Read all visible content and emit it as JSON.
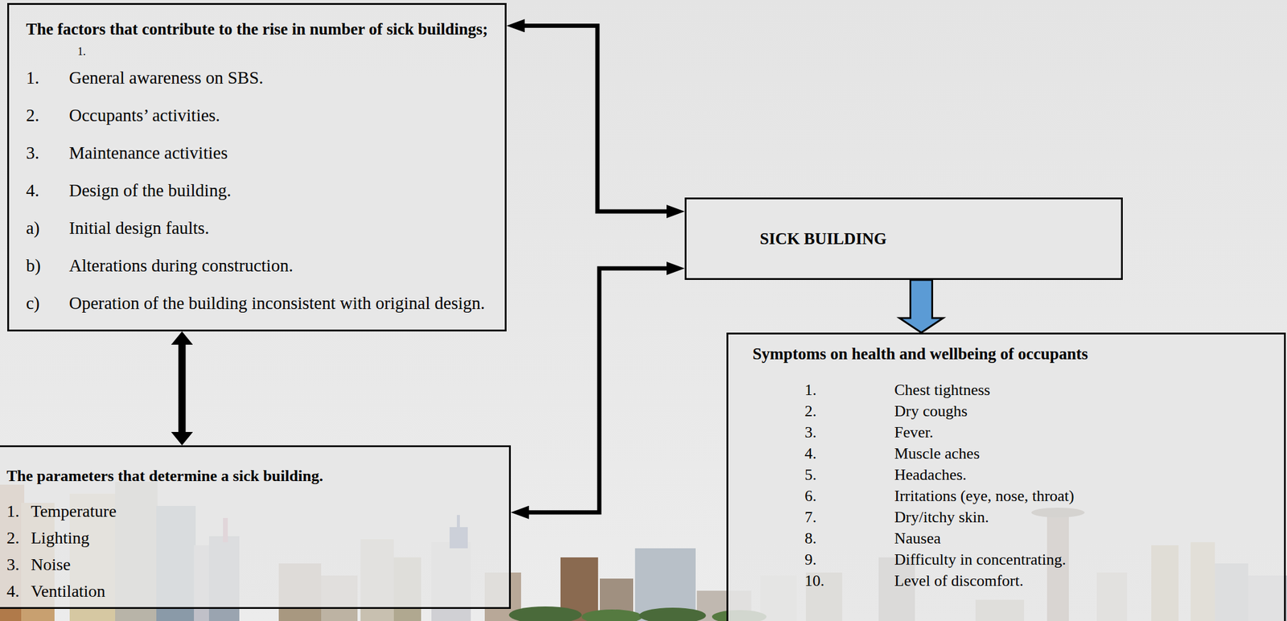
{
  "diagram": {
    "nodes": [
      {
        "text": [
          "The factors that contribute to the rise in number of sick buildings;",
          "1.",
          "General awareness on SBS.",
          "2.",
          "Occupants’ activities.",
          "3.",
          "Maintenance activities",
          "4.",
          "Design of the building.",
          "a)",
          "Initial design faults.",
          "b)",
          "Alterations during construction.",
          "c)",
          "Operation of the building inconsistent with original design."
        ]
      },
      {
        "text": [
          "SICK BUILDING"
        ]
      },
      {
        "text": [
          "The parameters that determine a sick building.",
          "1.",
          "Temperature",
          "2.",
          "Lighting",
          "3.",
          "Noise",
          "4.",
          "Ventilation"
        ]
      },
      {
        "text": [
          "Symptoms on health and wellbeing of occupants",
          "1.",
          "Chest tightness",
          "2.",
          "Dry coughs",
          "3.",
          "Fever.",
          "4.",
          "Muscle aches",
          "5.",
          "Headaches.",
          "6.",
          "Irritations (eye, nose, throat)",
          "7.",
          "Dry/itchy skin.",
          "8.",
          "Nausea",
          "9.",
          "Difficulty in concentrating.",
          "10.",
          "Level of discomfort."
        ]
      }
    ],
    "edges": [
      {
        "from": 1,
        "to": 0,
        "arrow": "both"
      },
      {
        "from": 1,
        "to": 2,
        "arrow": "both"
      },
      {
        "from": 0,
        "to": 2,
        "arrow": "both"
      },
      {
        "from": 1,
        "to": 3,
        "arrow": "to"
      }
    ],
    "labels": [
      "1."
    ]
  }
}
